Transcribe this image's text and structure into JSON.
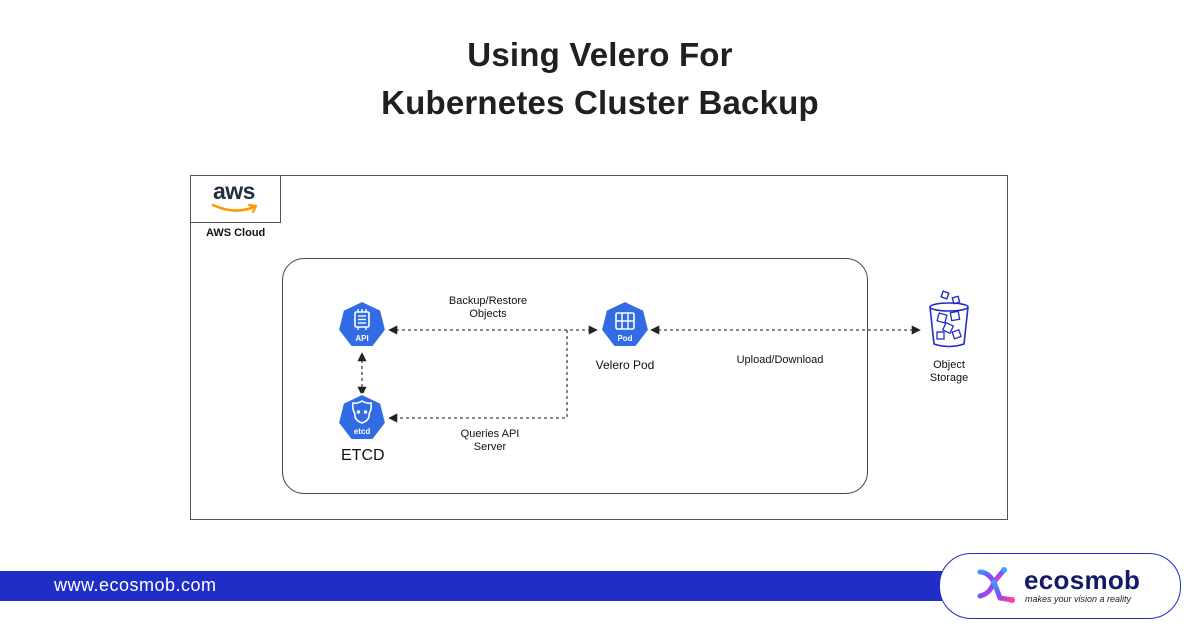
{
  "title": {
    "line1": "Using Velero For",
    "line2": "Kubernetes Cluster Backup"
  },
  "aws": {
    "logo_text": "aws",
    "cloud_label": "AWS Cloud"
  },
  "nodes": {
    "api": {
      "icon_text": "API"
    },
    "etcd": {
      "icon_text": "etcd",
      "label": "ETCD"
    },
    "velero": {
      "icon_text": "Pod",
      "label": "Velero Pod"
    },
    "storage": {
      "label_line1": "Object",
      "label_line2": "Storage"
    }
  },
  "edges": {
    "backup_restore": {
      "line1": "Backup/Restore",
      "line2": "Objects"
    },
    "queries": {
      "line1": "Queries API",
      "line2": "Server"
    },
    "upload_download": "Upload/Download"
  },
  "footer": {
    "url": "www.ecosmob.com",
    "brand": "ecosmob",
    "tagline": "makes your vision a reality"
  },
  "colors": {
    "k8s_blue": "#326ce5",
    "brand_blue": "#1f2ec6",
    "aws_orange": "#ff9900"
  }
}
